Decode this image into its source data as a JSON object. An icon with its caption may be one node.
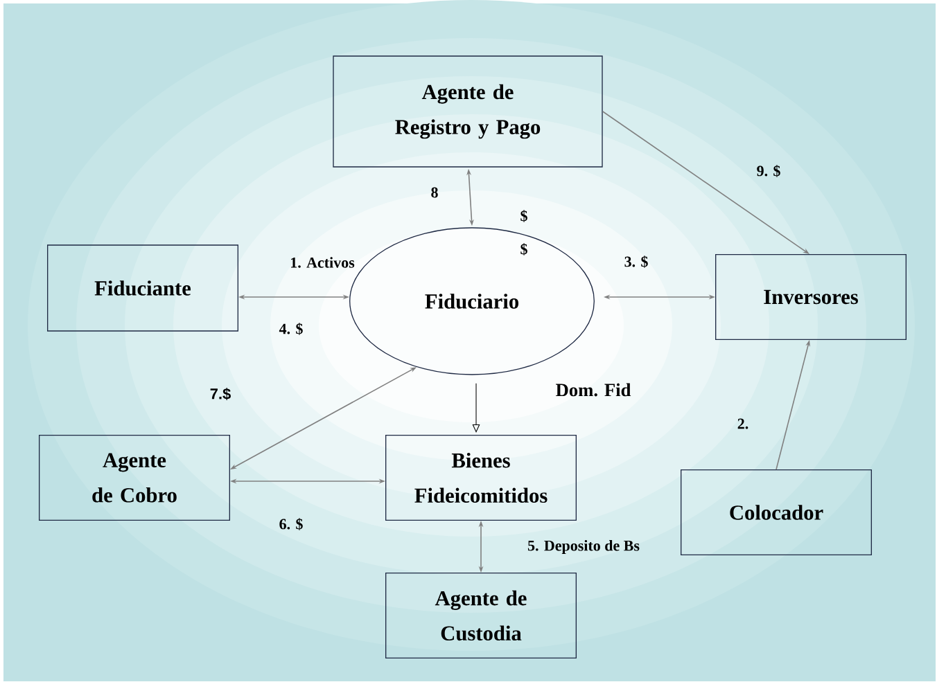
{
  "diagram": {
    "nodes": [
      {
        "text": [
          "Agente de Registro y Pago"
        ]
      },
      {
        "text": [
          "Fiduciante"
        ]
      },
      {
        "text": [
          "Fiduciario"
        ]
      },
      {
        "text": [
          "Inversores"
        ]
      },
      {
        "text": [
          "Agente de Cobro"
        ]
      },
      {
        "text": [
          "Bienes Fideicomitidos"
        ]
      },
      {
        "text": [
          "Agente de Custodia"
        ]
      },
      {
        "text": [
          "Colocador"
        ]
      }
    ],
    "edges": [
      {
        "from": 1,
        "to": 2,
        "arrow": "both"
      },
      {
        "from": 2,
        "to": 3,
        "arrow": "both"
      },
      {
        "from": 0,
        "to": 2,
        "arrow": "both"
      },
      {
        "from": 0,
        "to": 3,
        "arrow": "to"
      },
      {
        "from": 7,
        "to": 3,
        "arrow": "to"
      },
      {
        "from": 4,
        "to": 2,
        "arrow": "both"
      },
      {
        "from": 4,
        "to": 5,
        "arrow": "both"
      },
      {
        "from": 5,
        "to": 6,
        "arrow": "both"
      },
      {
        "from": 2,
        "to": 5,
        "arrow": "to",
        "color": "#000000"
      }
    ],
    "labels": [
      "8",
      "$",
      "$",
      "9. $",
      "1. Activos",
      "3. $",
      "4. $",
      "7.$",
      "Dom. Fid",
      "2.",
      "6. $",
      "5. Deposito de Bs"
    ]
  }
}
